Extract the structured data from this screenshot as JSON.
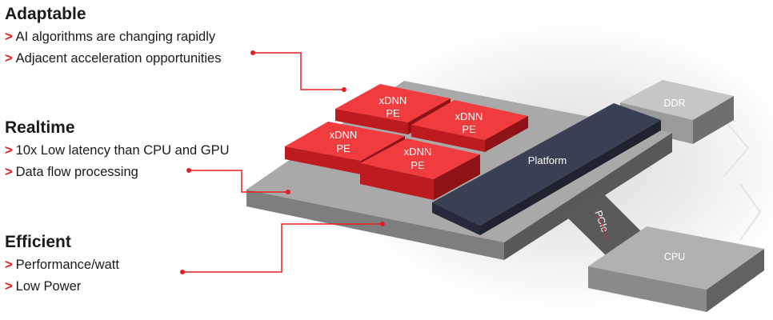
{
  "sections": [
    {
      "heading": "Adaptable",
      "bullets": [
        "AI algorithms are changing rapidly",
        "Adjacent acceleration opportunities"
      ]
    },
    {
      "heading": "Realtime",
      "bullets": [
        "10x Low latency than CPU and GPU",
        "Data flow processing"
      ]
    },
    {
      "heading": "Efficient",
      "bullets": [
        "Performance/watt",
        "Low Power"
      ]
    }
  ],
  "bullet_marker": ">",
  "diagram": {
    "pe_blocks": [
      {
        "line1": "xDNN",
        "line2": "PE"
      },
      {
        "line1": "xDNN",
        "line2": "PE"
      },
      {
        "line1": "xDNN",
        "line2": "PE"
      },
      {
        "line1": "xDNN",
        "line2": "PE"
      }
    ],
    "platform_label": "Platform",
    "ddr_label": "DDR",
    "cpu_label": "CPU",
    "pcie_label": "PCIe"
  },
  "colors": {
    "accent_red": "#e31d1d",
    "pe_red": "#f03b3f",
    "platform_navy": "#373d52",
    "board_gray": "#a9a9a9"
  }
}
